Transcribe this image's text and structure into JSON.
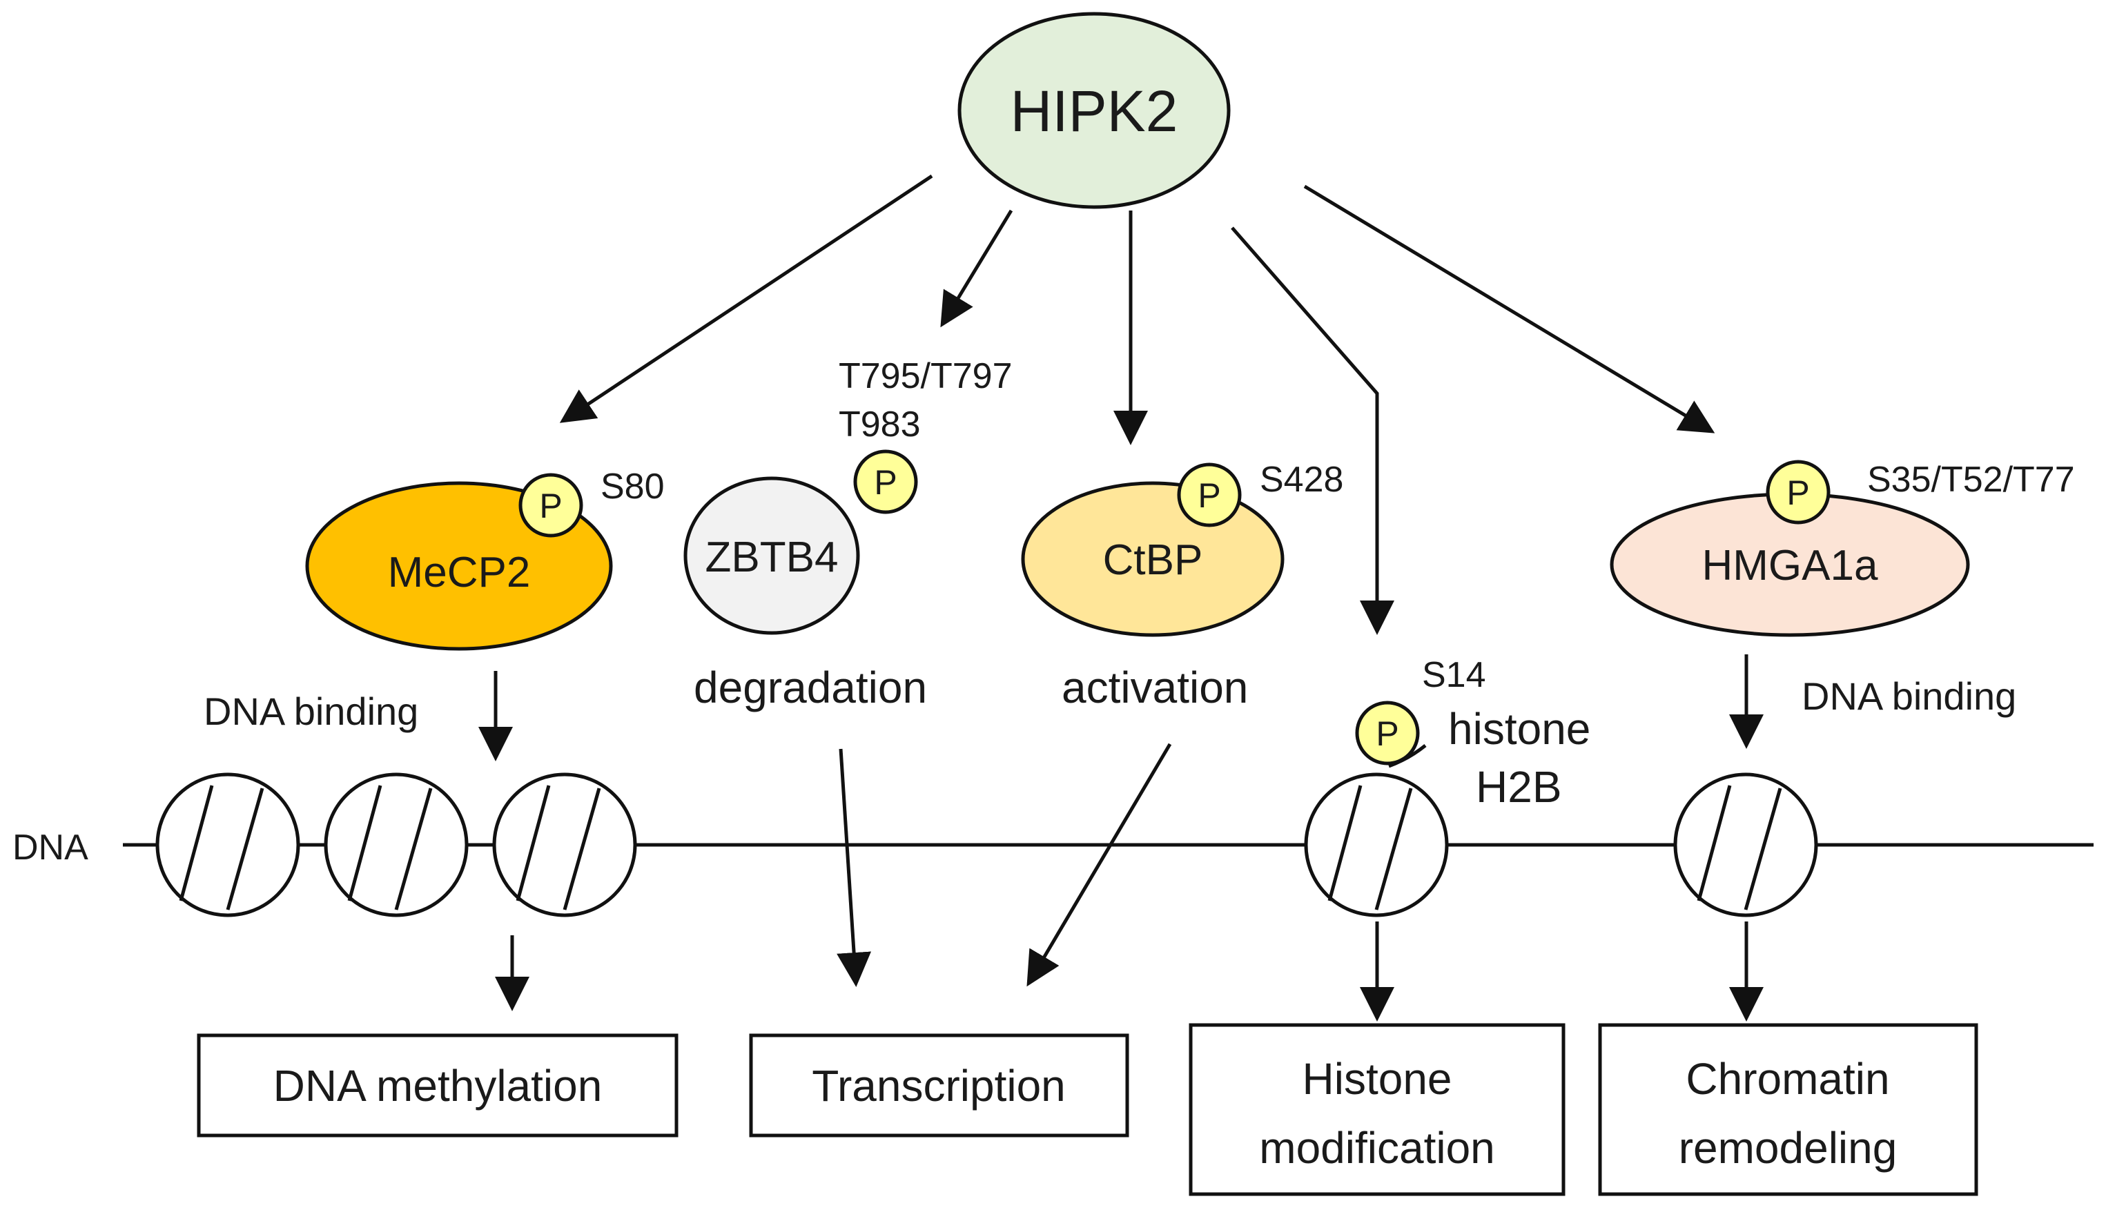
{
  "hub": {
    "label": "HIPK2",
    "fill": "#e2efda"
  },
  "phospho_label": "P",
  "phospho_fill": "#ffff99",
  "proteins": [
    {
      "label": "MeCP2",
      "fill": "#ffc000",
      "site": "S80"
    },
    {
      "label": "ZBTB4",
      "fill": "#f2f2f2",
      "site_line1": "T795/T797",
      "site_line2": "T983"
    },
    {
      "label": "CtBP",
      "fill": "#ffe699",
      "site": "S428"
    },
    {
      "label": "HMGA1a",
      "fill": "#fce4d6",
      "site": "S35/T52/T77"
    }
  ],
  "histone": {
    "site": "S14",
    "label_line1": "histone",
    "label_line2": "H2B"
  },
  "annotations": {
    "mecp2_dna_binding": "DNA binding",
    "zbtb4_fate": "degradation",
    "ctbp_fate": "activation",
    "hmga1a_dna_binding": "DNA binding"
  },
  "dna_label": "DNA",
  "outcomes": {
    "dna_methylation": "DNA methylation",
    "transcription": "Transcription",
    "histone_modification_line1": "Histone",
    "histone_modification_line2": "modification",
    "chromatin_remodeling_line1": "Chromatin",
    "chromatin_remodeling_line2": "remodeling"
  }
}
